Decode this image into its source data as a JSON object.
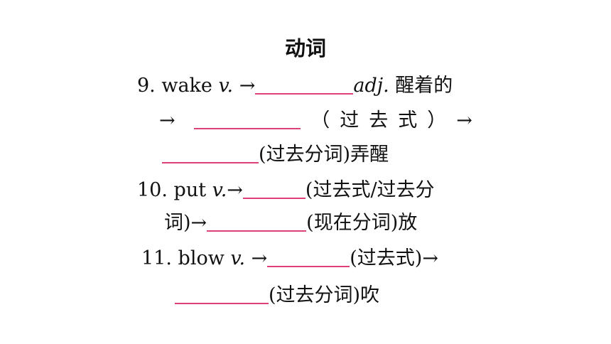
{
  "title": "动词",
  "items": {
    "wake": {
      "num": "9. ",
      "word": "wake",
      "pos": " v.",
      "arrow1": " →",
      "adj_abbr": "adj.",
      "adj_meaning": " 醒着的",
      "line2_arrow": "→ ",
      "past_label": "（过去式）→",
      "pp_label": "(过去分词)弄醒"
    },
    "put": {
      "num": "10. ",
      "word": "put",
      "pos": " v.",
      "arrow1": "→",
      "label1": "(过去式/过去分",
      "label1_cont": "词)→",
      "label2": "(现在分词)放"
    },
    "blow": {
      "num": "11. ",
      "word": "blow",
      "pos": " v.",
      "arrow1": " →",
      "label1": "(过去式)→",
      "label2": "(过去分词)吹"
    }
  },
  "colors": {
    "blank_line": "#e0407a",
    "text": "#111111"
  }
}
